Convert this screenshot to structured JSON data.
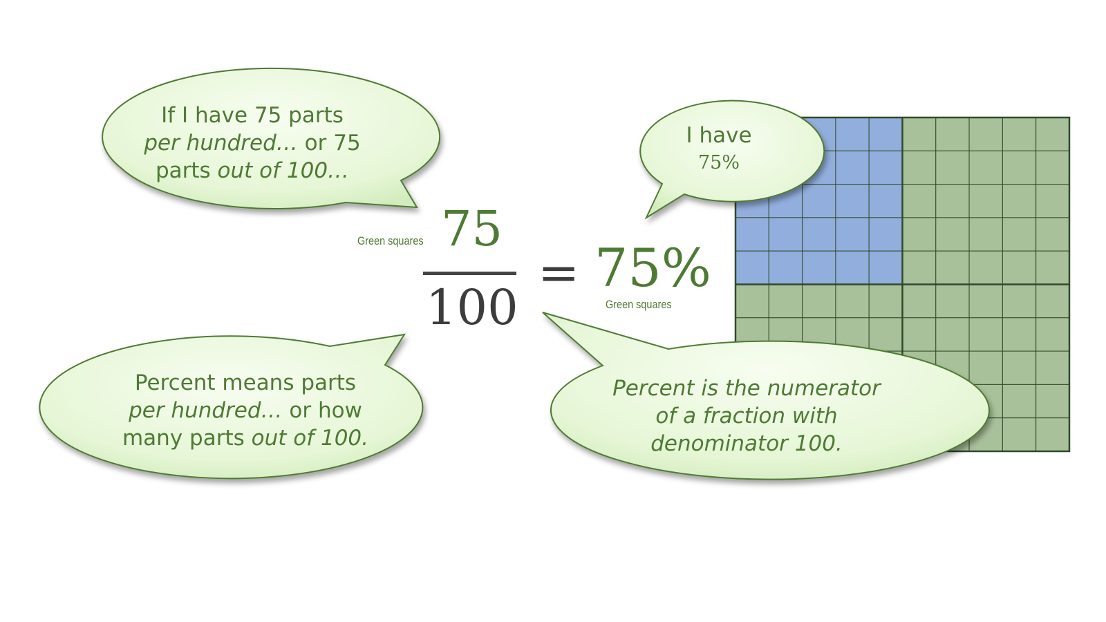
{
  "fraction": {
    "numerator": "75",
    "denominator": "100",
    "equals": "=",
    "percent": "75%",
    "numerator_label": "Green squares",
    "percent_label": "Green squares"
  },
  "bubbles": {
    "top_left": {
      "line1": "If I have 75 parts",
      "line2_italic": "per hundred…",
      "line2_rest": " or 75",
      "line3_plain": "parts ",
      "line3_italic": "out of 100…"
    },
    "top_right": {
      "line1": "I have",
      "line2": "75%"
    },
    "bottom_left": {
      "line1": "Percent means parts",
      "line2_italic": "per hundred…",
      "line2_rest": " or how",
      "line3_plain": "many parts ",
      "line3_italic": "out of 100."
    },
    "bottom_right": {
      "line1": "Percent is the numerator",
      "line2": "of a fraction with",
      "line3": "denominator 100."
    }
  },
  "grid_model": {
    "rows": 10,
    "cols": 10,
    "total_squares": 100,
    "green_squares": 75,
    "blue_quadrant": "top-left",
    "colors": {
      "green": "#a9c19a",
      "blue": "#92aedd",
      "grid_line": "#2f4a2a",
      "bubble_fill": "#e9f8db",
      "bubble_stroke": "#4f7a33",
      "text_green": "#4e7a34",
      "text_dark": "#3c3c3c"
    }
  }
}
